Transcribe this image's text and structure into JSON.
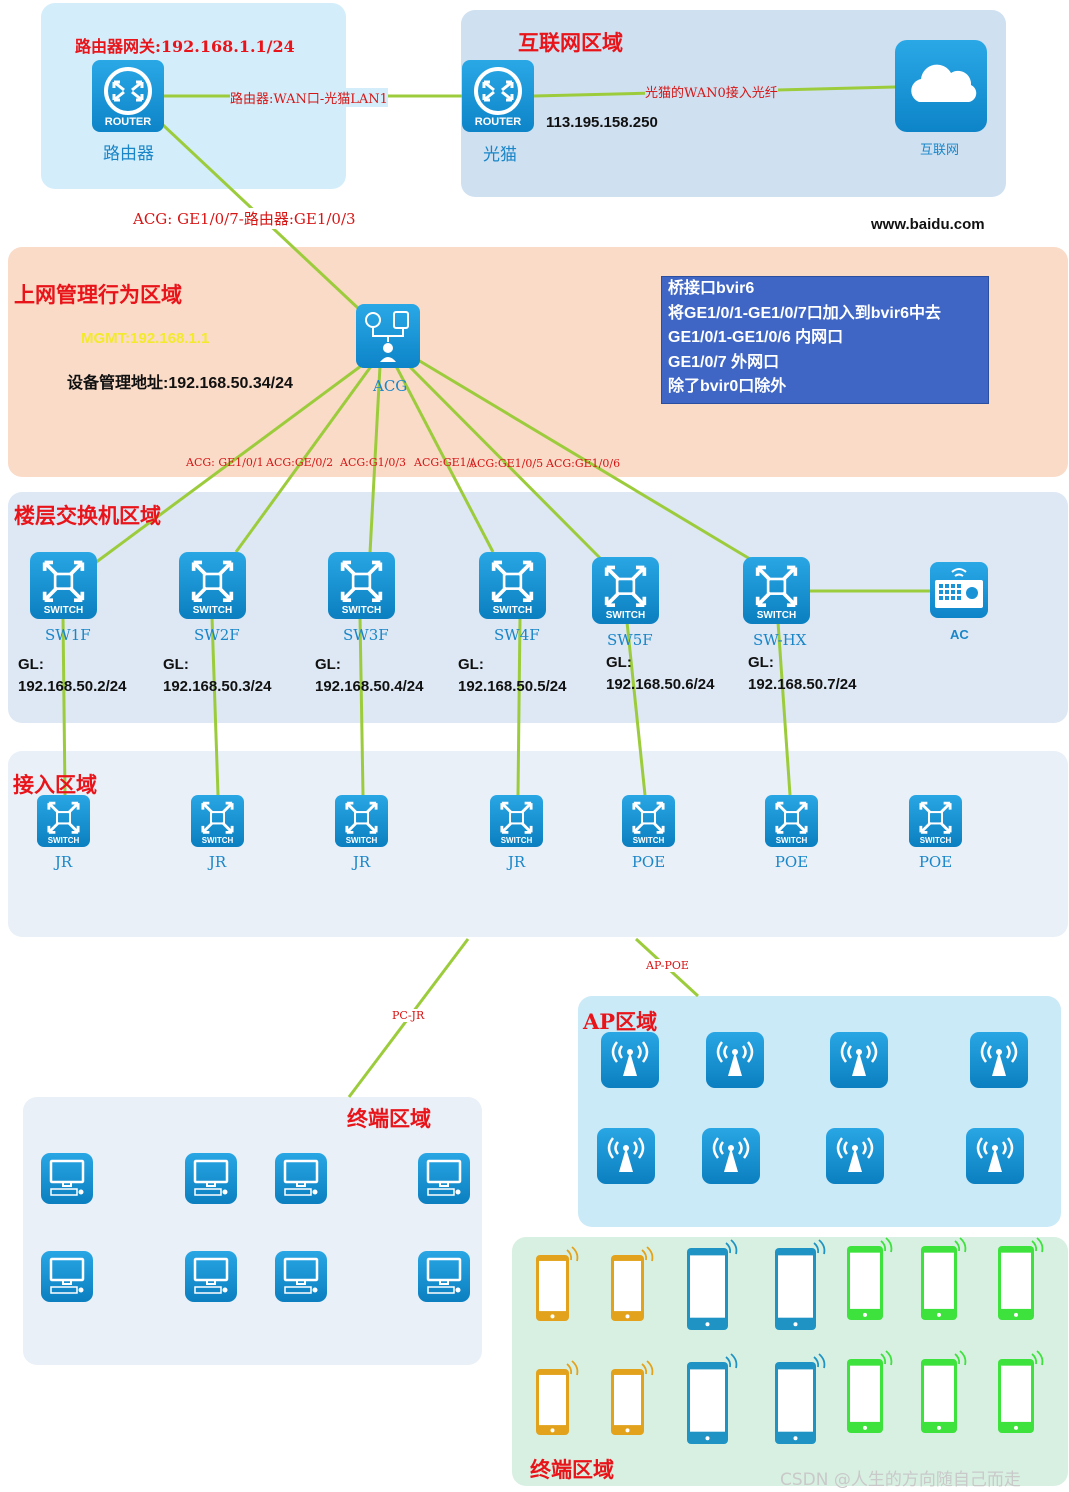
{
  "zones": {
    "router_zone_title": "路由器网关:192.168.1.1/24",
    "internet_zone_title": "互联网区域",
    "acg_zone_title": "上网管理行为区域",
    "floor_zone_title": "楼层交换机区域",
    "access_zone_title": "接入区域",
    "ap_zone_title": "AP区域",
    "terminal_zone_title_1": "终端区域",
    "terminal_zone_title_2": "终端区域"
  },
  "devices": {
    "router": {
      "badge": "ROUTER",
      "name": "路由器"
    },
    "modem": {
      "badge": "ROUTER",
      "name": "光猫",
      "ip": "113.195.158.250"
    },
    "internet": {
      "name": "互联网"
    },
    "acg": {
      "name": "ACG",
      "mgmt_hint": "MGMT:192.168.1.1",
      "mgmt_addr": "设备管理地址:192.168.50.34/24"
    },
    "ac": {
      "name": "AC"
    },
    "floor_switches": [
      {
        "badge": "SWITCH",
        "name": "SW1F",
        "gl": "GL:",
        "ip": "192.168.50.2/24"
      },
      {
        "badge": "SWITCH",
        "name": "SW2F",
        "gl": "GL:",
        "ip": "192.168.50.3/24"
      },
      {
        "badge": "SWITCH",
        "name": "SW3F",
        "gl": "GL:",
        "ip": "192.168.50.4/24"
      },
      {
        "badge": "SWITCH",
        "name": "SW4F",
        "gl": "GL:",
        "ip": "192.168.50.5/24"
      },
      {
        "badge": "SWITCH",
        "name": "SW5F",
        "gl": "GL:",
        "ip": "192.168.50.6/24"
      },
      {
        "badge": "SWITCH",
        "name": "SW-HX",
        "gl": "GL:",
        "ip": "192.168.50.7/24"
      }
    ],
    "access_switches": [
      {
        "badge": "SWITCH",
        "name": "JR"
      },
      {
        "badge": "SWITCH",
        "name": "JR"
      },
      {
        "badge": "SWITCH",
        "name": "JR"
      },
      {
        "badge": "SWITCH",
        "name": "JR"
      },
      {
        "badge": "SWITCH",
        "name": "POE"
      },
      {
        "badge": "SWITCH",
        "name": "POE"
      },
      {
        "badge": "SWITCH",
        "name": "POE"
      }
    ]
  },
  "links": {
    "router_modem": "路由器:WAN口-光猫LAN1",
    "modem_internet": "光猫的WAN0接入光纤",
    "acg_router": "ACG: GE1/0/7-路由器:GE1/0/3",
    "acg_sw1": "ACG: GE1/0/1",
    "acg_sw2": "ACG:GE/0/2",
    "acg_sw3": "ACG:G1/0/3",
    "acg_sw4": "ACG:GE1/(",
    "acg_sw5": "ACG:GE1/0/5",
    "acg_swhx": "ACG:GE1/0/6",
    "ap_poe": "AP-POE",
    "pc_jr": "PC-JR"
  },
  "website": "www.baidu.com",
  "infobox": [
    "桥接口bvir6",
    "将GE1/0/1-GE1/0/7口加入到bvir6中去",
    "GE1/0/1-GE1/0/6 内网口",
    "GE1/0/7 外网口",
    "除了bvir0口除外"
  ],
  "watermark": "CSDN @人生的方向随自己而走",
  "icons": {
    "router": "router-icon",
    "switch": "switch-icon",
    "cloud": "cloud-icon",
    "acg": "acg-icon",
    "ac": "ac-controller-icon",
    "ap": "wireless-ap-icon",
    "pc": "pc-terminal-icon",
    "phone": "mobile-phone-icon"
  },
  "colors": {
    "link_line": "#9ccc3c",
    "zone_title": "#e8141a",
    "device_blue": "#1a93d6",
    "info_box": "#3f66c4",
    "phone_orange": "#e2a21b",
    "phone_teal": "#1f94c4",
    "phone_green": "#3de23c"
  }
}
